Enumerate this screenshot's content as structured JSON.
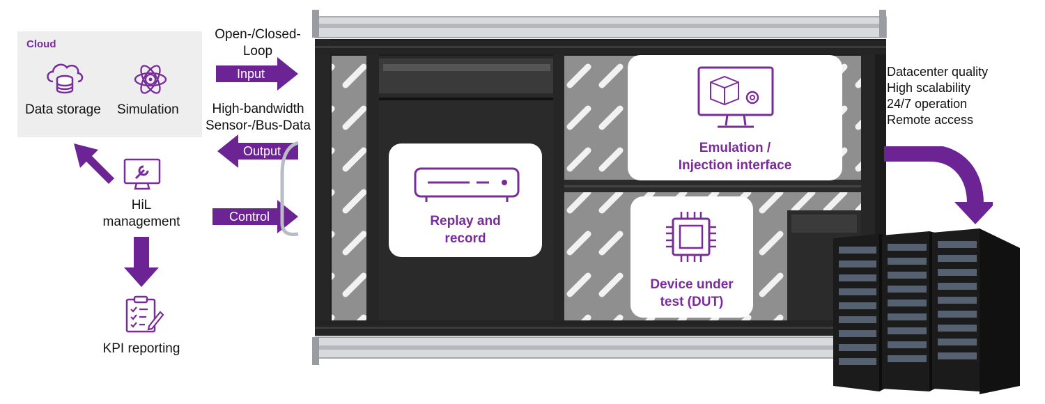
{
  "cloud": {
    "title": "Cloud",
    "items": [
      {
        "label": "Data storage",
        "icon": "cloud-database-icon"
      },
      {
        "label": "Simulation",
        "icon": "atom-gear-icon"
      }
    ]
  },
  "signals": {
    "input_caption_line1": "Open-/Closed-",
    "input_caption_line2": "Loop",
    "input_label": "Input",
    "output_caption_line1": "High-bandwidth",
    "output_caption_line2": "Sensor-/Bus-Data",
    "output_label": "Output",
    "control_label": "Control"
  },
  "management": {
    "line1": "HiL",
    "line2": "management",
    "icon": "monitor-wrench-icon"
  },
  "kpi": {
    "label": "KPI reporting",
    "icon": "clipboard-checklist-icon"
  },
  "rack_cards": {
    "replay_line1": "Replay and",
    "replay_line2": "record",
    "replay_icon": "recorder-device-icon",
    "emulation_line1": "Emulation /",
    "emulation_line2": "Injection interface",
    "emulation_icon": "monitor-cube-gear-icon",
    "dut_line1": "Device under",
    "dut_line2": "test (DUT)",
    "dut_icon": "chip-icon"
  },
  "features": [
    "Datacenter quality",
    "High scalability",
    "24/7 operation",
    "Remote access"
  ],
  "colors": {
    "accent": "#7a2b9b",
    "arrow": "#6c2494",
    "rack_frame": "#1c1c1c",
    "rack_panel": "#8a8a8a",
    "cloud_bg": "#eeeeee"
  }
}
